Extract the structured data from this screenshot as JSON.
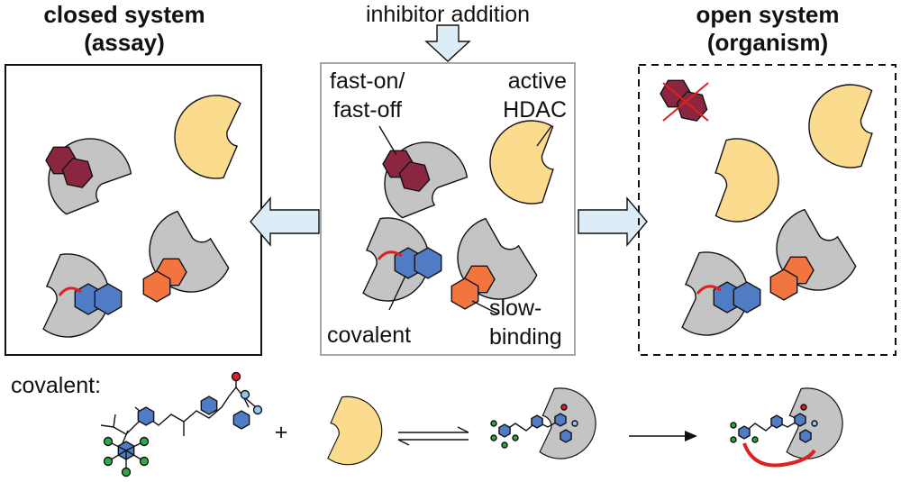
{
  "panels": {
    "closed": {
      "title_line1": "closed system",
      "title_line2": "(assay)"
    },
    "middle": {
      "header": "inhibitor addition",
      "fast_line1": "fast-on/",
      "fast_line2": "fast-off",
      "active_line1": "active",
      "active_line2": "HDAC",
      "covalent": "covalent",
      "slow_line1": "slow-",
      "slow_line2": "binding"
    },
    "open": {
      "title_line1": "open system",
      "title_line2": "(organism)"
    }
  },
  "bottom": {
    "label": "covalent:",
    "plus": "+"
  },
  "colors": {
    "enzyme_gray": "#c4c4c4",
    "enzyme_yellow": "#fbdc8e",
    "inhibitor_maroon": "#8b2641",
    "inhibitor_blue": "#4f7cc4",
    "inhibitor_orange": "#f2753f",
    "warhead_red": "#e02020",
    "arrow_fill": "#dcedf7",
    "atom_green": "#2aaa48",
    "atom_lightblue": "#8ec7ec",
    "atom_red": "#e02020"
  }
}
